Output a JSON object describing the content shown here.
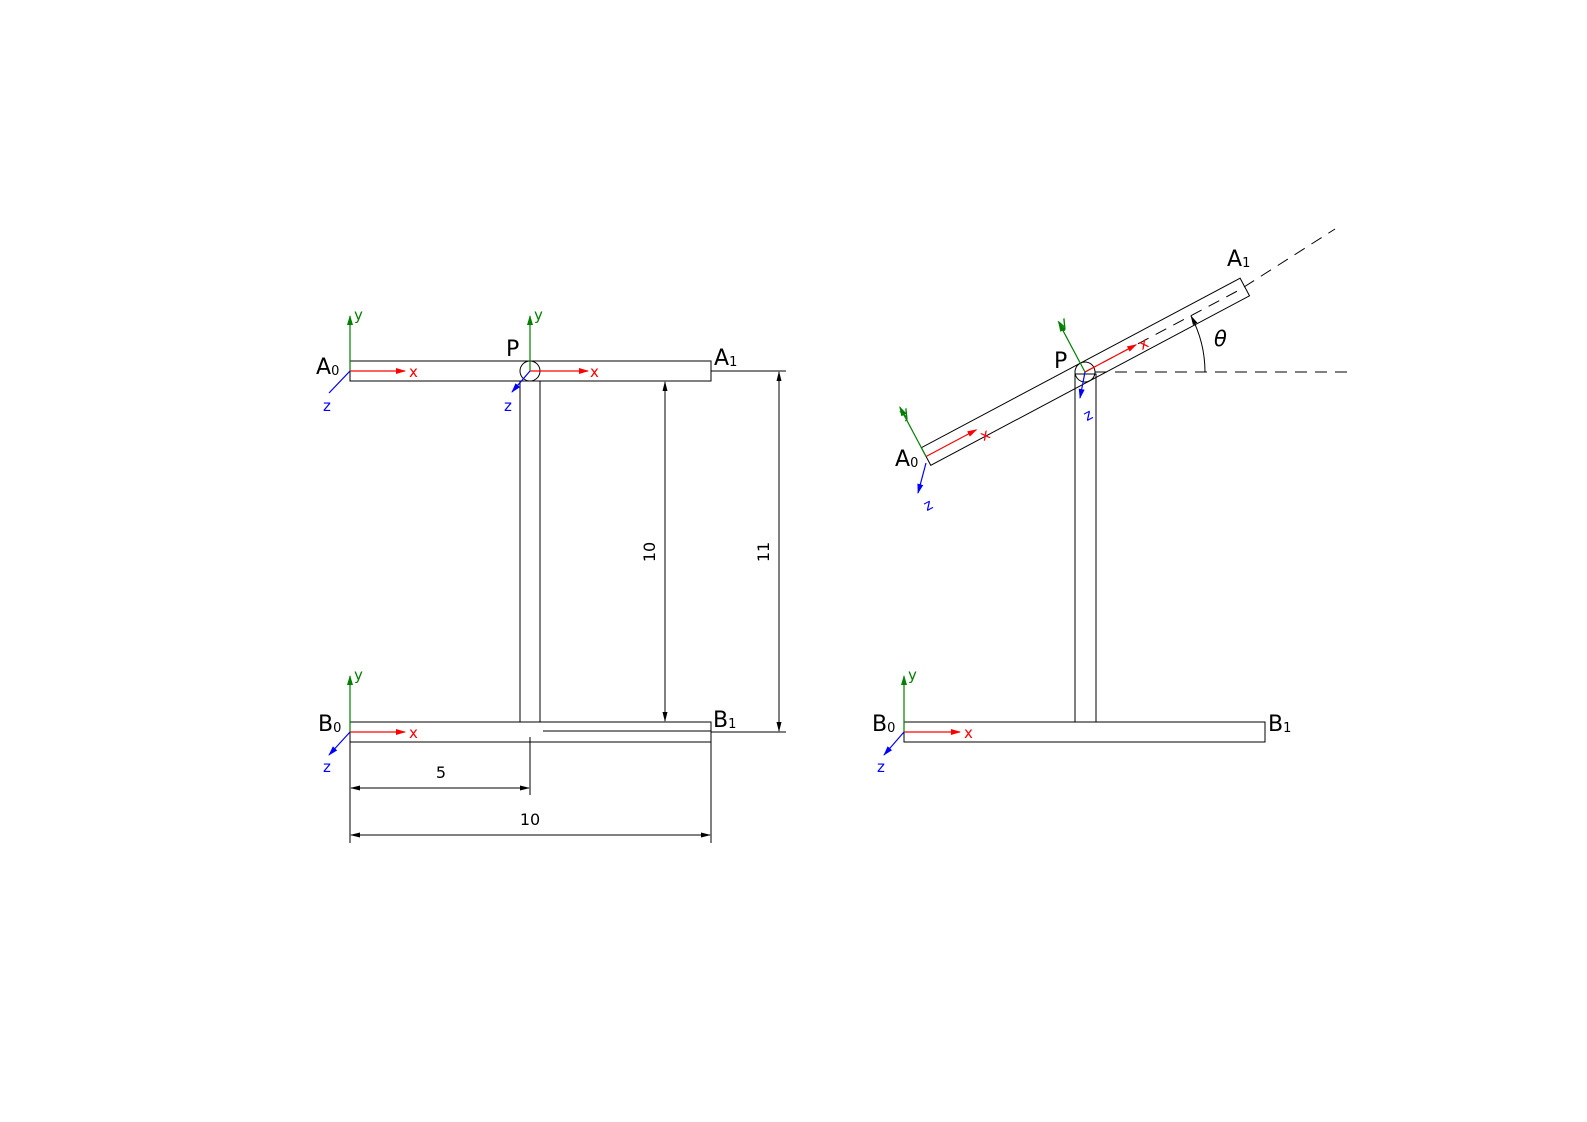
{
  "colors": {
    "x_axis": "#ff0000",
    "y_axis": "#008000",
    "z_axis": "#0000ff",
    "lines": "#000000"
  },
  "labels": {
    "A0": {
      "main": "A",
      "sub": "0"
    },
    "A1": {
      "main": "A",
      "sub": "1"
    },
    "B0": {
      "main": "B",
      "sub": "0"
    },
    "B1": {
      "main": "B",
      "sub": "1"
    },
    "P": "P",
    "axis_x": "x",
    "axis_y": "y",
    "axis_z": "z",
    "theta": "θ"
  },
  "dimensions": {
    "post_height": "10",
    "overall_height": "11",
    "half_width": "5",
    "full_width": "10"
  }
}
